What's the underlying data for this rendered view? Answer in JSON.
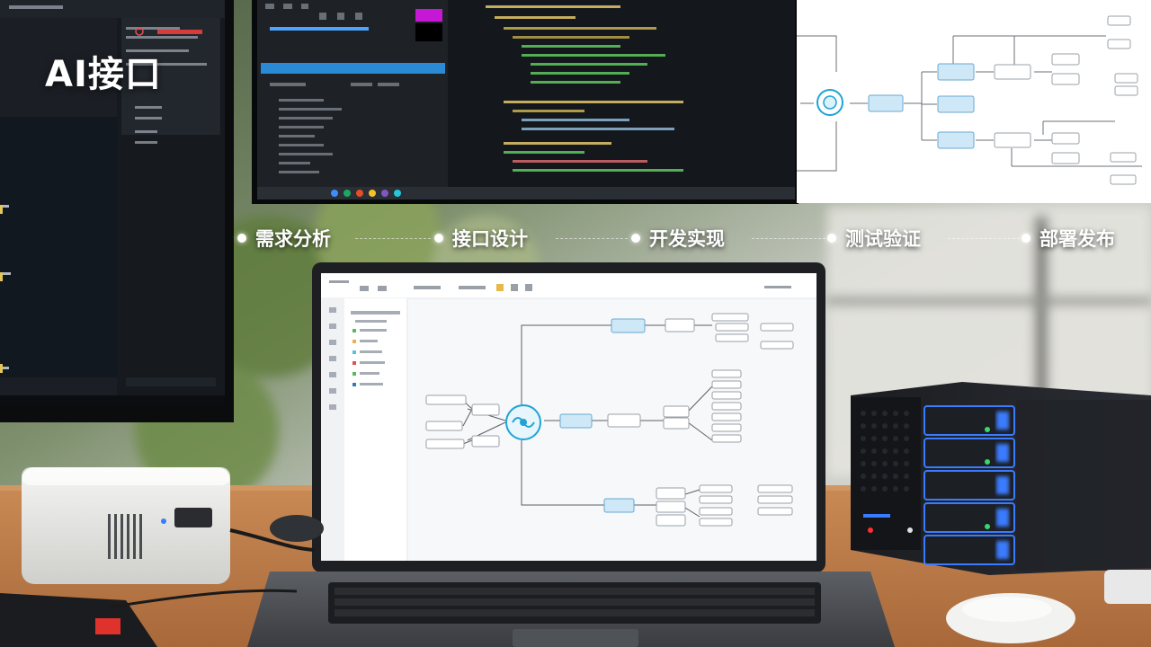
{
  "title": "AI接口",
  "process_steps": [
    {
      "label": "需求分析"
    },
    {
      "label": "接口设计"
    },
    {
      "label": "开发实现"
    },
    {
      "label": "测试验证"
    },
    {
      "label": "部署发布"
    }
  ],
  "colors": {
    "accent_blue": "#1e88e5",
    "diagram_node": "#cfe8f7",
    "server_led_blue": "#3a7bff",
    "server_led_green": "#36d96b",
    "server_led_red": "#ff3030"
  },
  "icons": {
    "center_node": "ai-brain-icon"
  }
}
